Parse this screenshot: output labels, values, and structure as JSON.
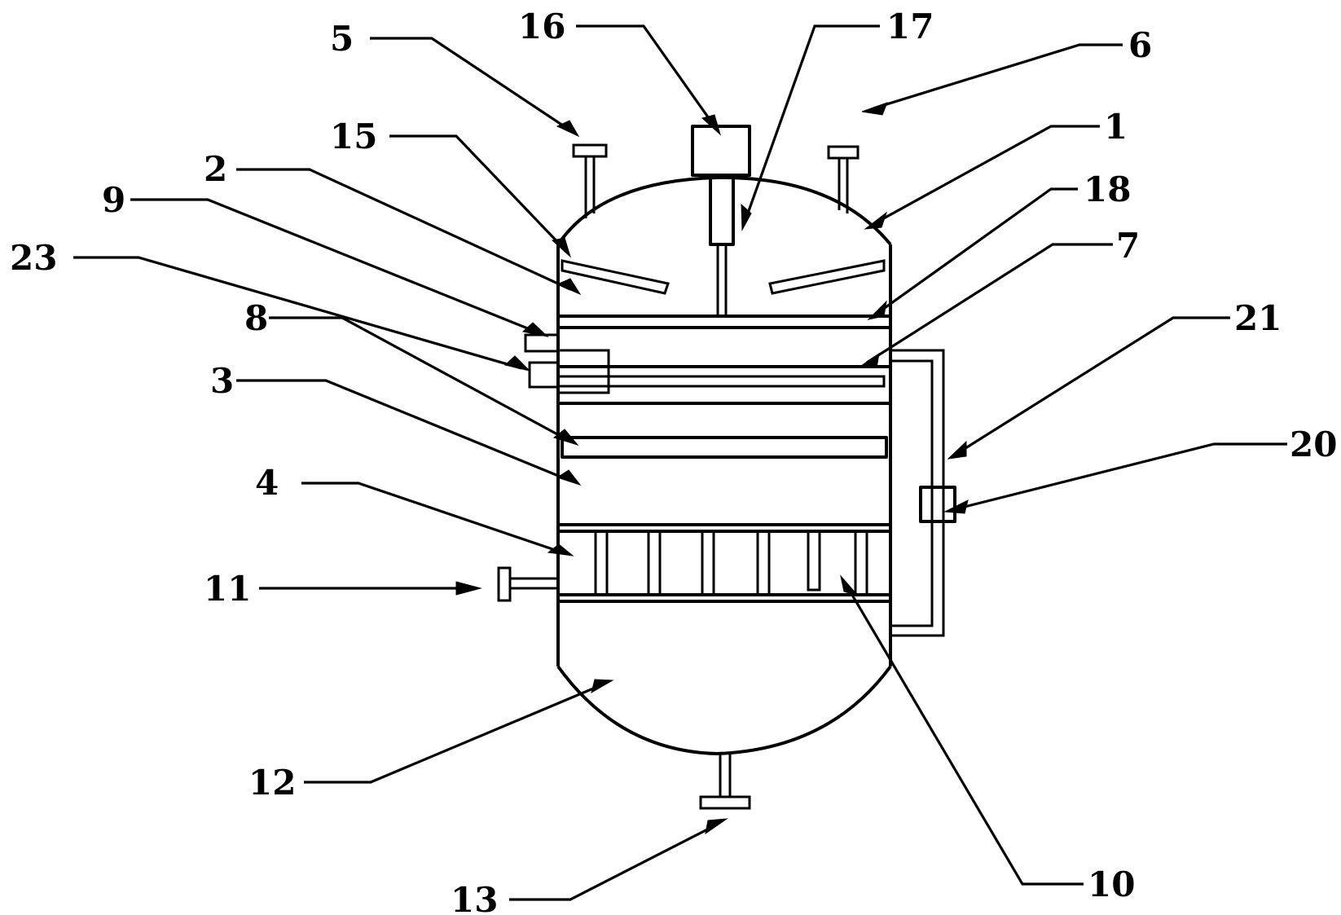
{
  "diagram": {
    "callouts": [
      {
        "id": "1",
        "label": "1"
      },
      {
        "id": "2",
        "label": "2"
      },
      {
        "id": "3",
        "label": "3"
      },
      {
        "id": "4",
        "label": "4"
      },
      {
        "id": "5",
        "label": "5"
      },
      {
        "id": "6",
        "label": "6"
      },
      {
        "id": "7",
        "label": "7"
      },
      {
        "id": "8",
        "label": "8"
      },
      {
        "id": "9",
        "label": "9"
      },
      {
        "id": "10",
        "label": "10"
      },
      {
        "id": "11",
        "label": "11"
      },
      {
        "id": "12",
        "label": "12"
      },
      {
        "id": "13",
        "label": "13"
      },
      {
        "id": "15",
        "label": "15"
      },
      {
        "id": "16",
        "label": "16"
      },
      {
        "id": "17",
        "label": "17"
      },
      {
        "id": "18",
        "label": "18"
      },
      {
        "id": "20",
        "label": "20"
      },
      {
        "id": "21",
        "label": "21"
      },
      {
        "id": "23",
        "label": "23"
      }
    ]
  }
}
